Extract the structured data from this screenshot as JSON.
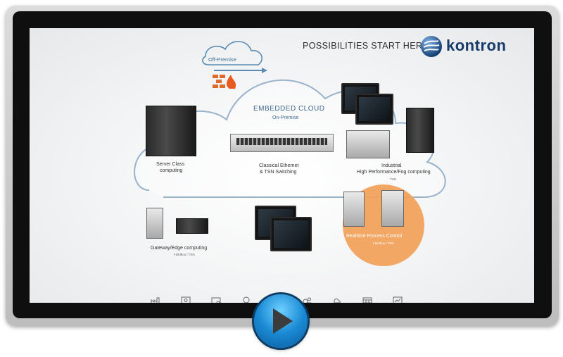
{
  "header": {
    "tagline": "POSSIBILITIES START HERE",
    "logo_text": "kontron"
  },
  "diagram": {
    "off_premise": "Off-Premise",
    "embedded_cloud": "EMBEDDED CLOUD",
    "on_premise": "On-Premise",
    "server_label_1": "Server Class",
    "server_label_2": "computing",
    "switch_label_1": "Classical  Ethernet",
    "switch_label_2": "& TSN Switching",
    "industrial_label_1": "Industrial",
    "industrial_label_2": "High Performance/Fog computing",
    "industrial_sub": "TSN",
    "gateway_label": "Gateway/Edge computing",
    "gateway_sub": "Fieldbus / TSN",
    "realtime_label": "Realtime Process Control",
    "realtime_sub": "Fieldbus / TSN"
  },
  "colors": {
    "accent_orange": "#f2a25c",
    "cloud_line": "#9ab3cc",
    "logo_blue": "#163a6a",
    "play_blue": "#1a8ad4"
  },
  "icons": [
    "factory-icon",
    "gear-monitor-icon",
    "dashboard-icon",
    "settings-person-icon",
    "wireless-device-icon",
    "cogs-icon",
    "cloud-person-icon",
    "calendar-grid-icon",
    "chart-person-icon"
  ],
  "controls": {
    "play_icon": "play-icon"
  }
}
